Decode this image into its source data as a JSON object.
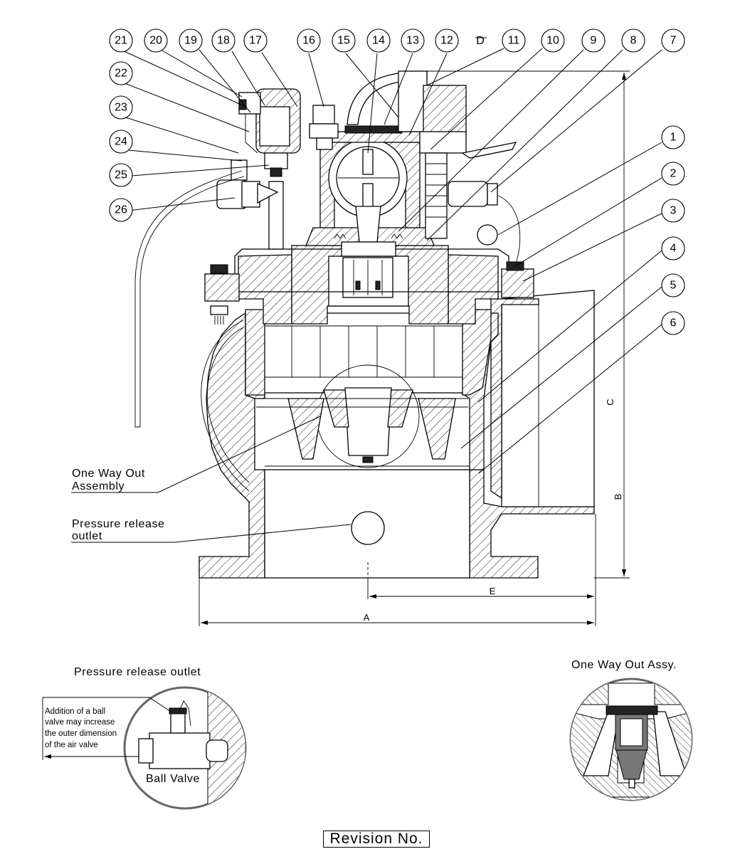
{
  "balloons": [
    {
      "id": "b21",
      "label": "21"
    },
    {
      "id": "b20",
      "label": "20"
    },
    {
      "id": "b19",
      "label": "19"
    },
    {
      "id": "b18",
      "label": "18"
    },
    {
      "id": "b17",
      "label": "17"
    },
    {
      "id": "b16",
      "label": "16"
    },
    {
      "id": "b15",
      "label": "15"
    },
    {
      "id": "b14",
      "label": "14"
    },
    {
      "id": "b13",
      "label": "13"
    },
    {
      "id": "b12",
      "label": "12"
    },
    {
      "id": "b11",
      "label": "11"
    },
    {
      "id": "b10",
      "label": "10"
    },
    {
      "id": "b9",
      "label": "9"
    },
    {
      "id": "b8",
      "label": "8"
    },
    {
      "id": "b7",
      "label": "7"
    },
    {
      "id": "b1",
      "label": "1"
    },
    {
      "id": "b2",
      "label": "2"
    },
    {
      "id": "b3",
      "label": "3"
    },
    {
      "id": "b4",
      "label": "4"
    },
    {
      "id": "b5",
      "label": "5"
    },
    {
      "id": "b6",
      "label": "6"
    },
    {
      "id": "b22",
      "label": "22"
    },
    {
      "id": "b23",
      "label": "23"
    },
    {
      "id": "b24",
      "label": "24"
    },
    {
      "id": "b25",
      "label": "25"
    },
    {
      "id": "b26",
      "label": "26"
    }
  ],
  "labels": {
    "d_mark": "D",
    "one_way_out_line1": "One Way Out",
    "one_way_out_line2": "Assembly",
    "pressure_release_line1": "Pressure release",
    "pressure_release_line2": "outlet"
  },
  "dimensions": {
    "a": "A",
    "b": "B",
    "c": "C",
    "e": "E"
  },
  "details": {
    "pressure_release_title": "Pressure release outlet",
    "ball_valve_note": [
      "Addition of a ball",
      "valve may increase",
      "the outer dimension",
      "of the air valve"
    ],
    "ball_valve_label": "Ball Valve",
    "one_way_out_title": "One Way Out Assy."
  },
  "revision": "Revision No."
}
